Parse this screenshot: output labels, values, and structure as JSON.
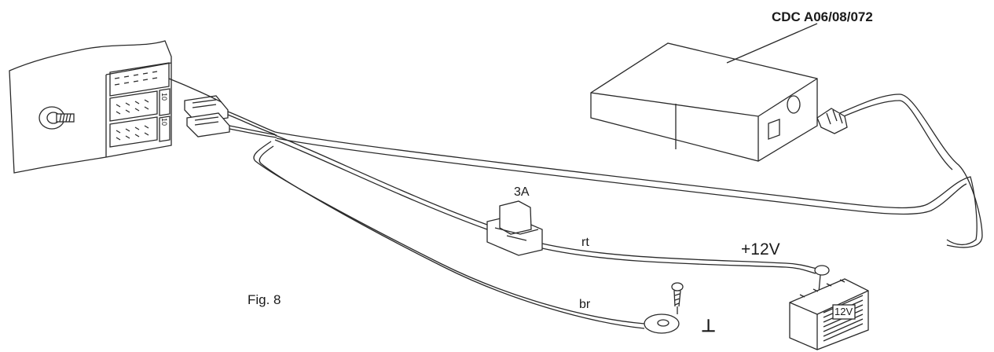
{
  "diagram": {
    "device_label": "CDC A06/08/072",
    "fuse_label": "3A",
    "red_wire_label": "rt",
    "voltage_label": "+12V",
    "figure_label": "Fig. 8",
    "brown_wire_label": "br",
    "ground_symbol": "⊥",
    "battery_label": "12V",
    "connector_pin_labels": [
      "10",
      "10"
    ]
  },
  "colors": {
    "line": "#2a2a2a",
    "text": "#1a1a1a",
    "background": "#ffffff"
  }
}
